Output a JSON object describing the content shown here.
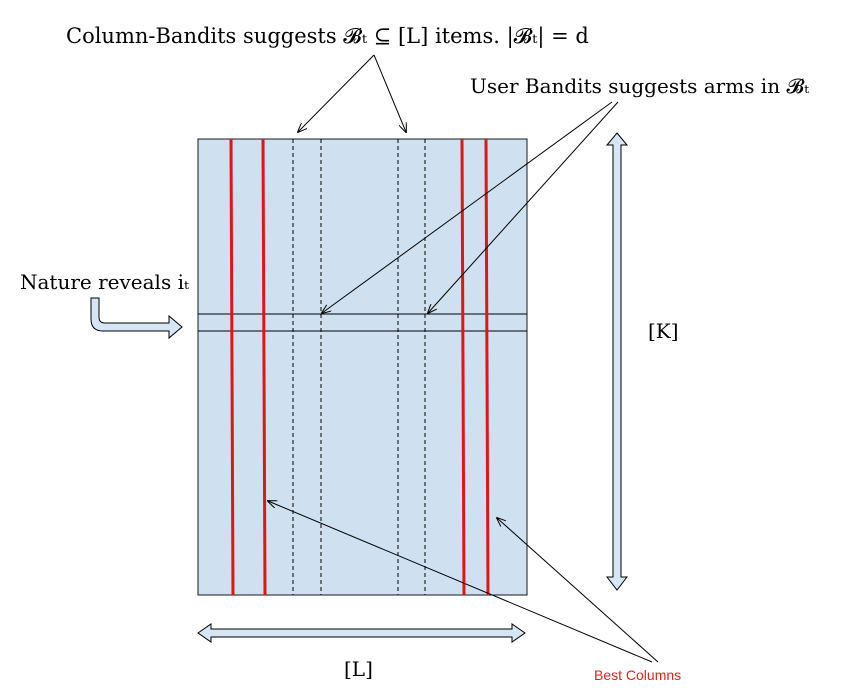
{
  "labels": {
    "column_bandits": "Column-Bandits suggests 𝓑ₜ ⊆ [L] items. |𝓑ₜ| = d",
    "user_bandits": "User Bandits suggests arms in 𝓑ₜ",
    "nature_reveals": "Nature reveals iₜ",
    "k_axis": "[K]",
    "l_axis": "[L]",
    "best_columns": "Best Columns"
  },
  "colors": {
    "matrix_fill": "#cfe0f0",
    "matrix_border": "#1a1a1a",
    "best_column_line": "#e01515",
    "arrow_fill": "#d6e6f5",
    "best_columns_text": "#e02020"
  },
  "structure": {
    "best_columns": 4,
    "suggested_columns": 4,
    "highlighted_row": 1
  }
}
